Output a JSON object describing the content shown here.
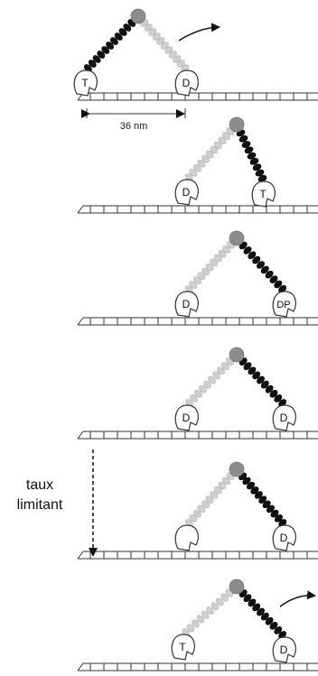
{
  "scale_bar": {
    "label": "36 nm"
  },
  "rate_annotation": {
    "line1": "taux",
    "line2": "limitant"
  },
  "head_letters": {
    "t": "T",
    "d": "D",
    "dp": "DP"
  },
  "colors": {
    "black_leg": "#111111",
    "gray_leg": "#cfcfcf",
    "hinge": "#8c8c8c",
    "outline": "#333333"
  }
}
